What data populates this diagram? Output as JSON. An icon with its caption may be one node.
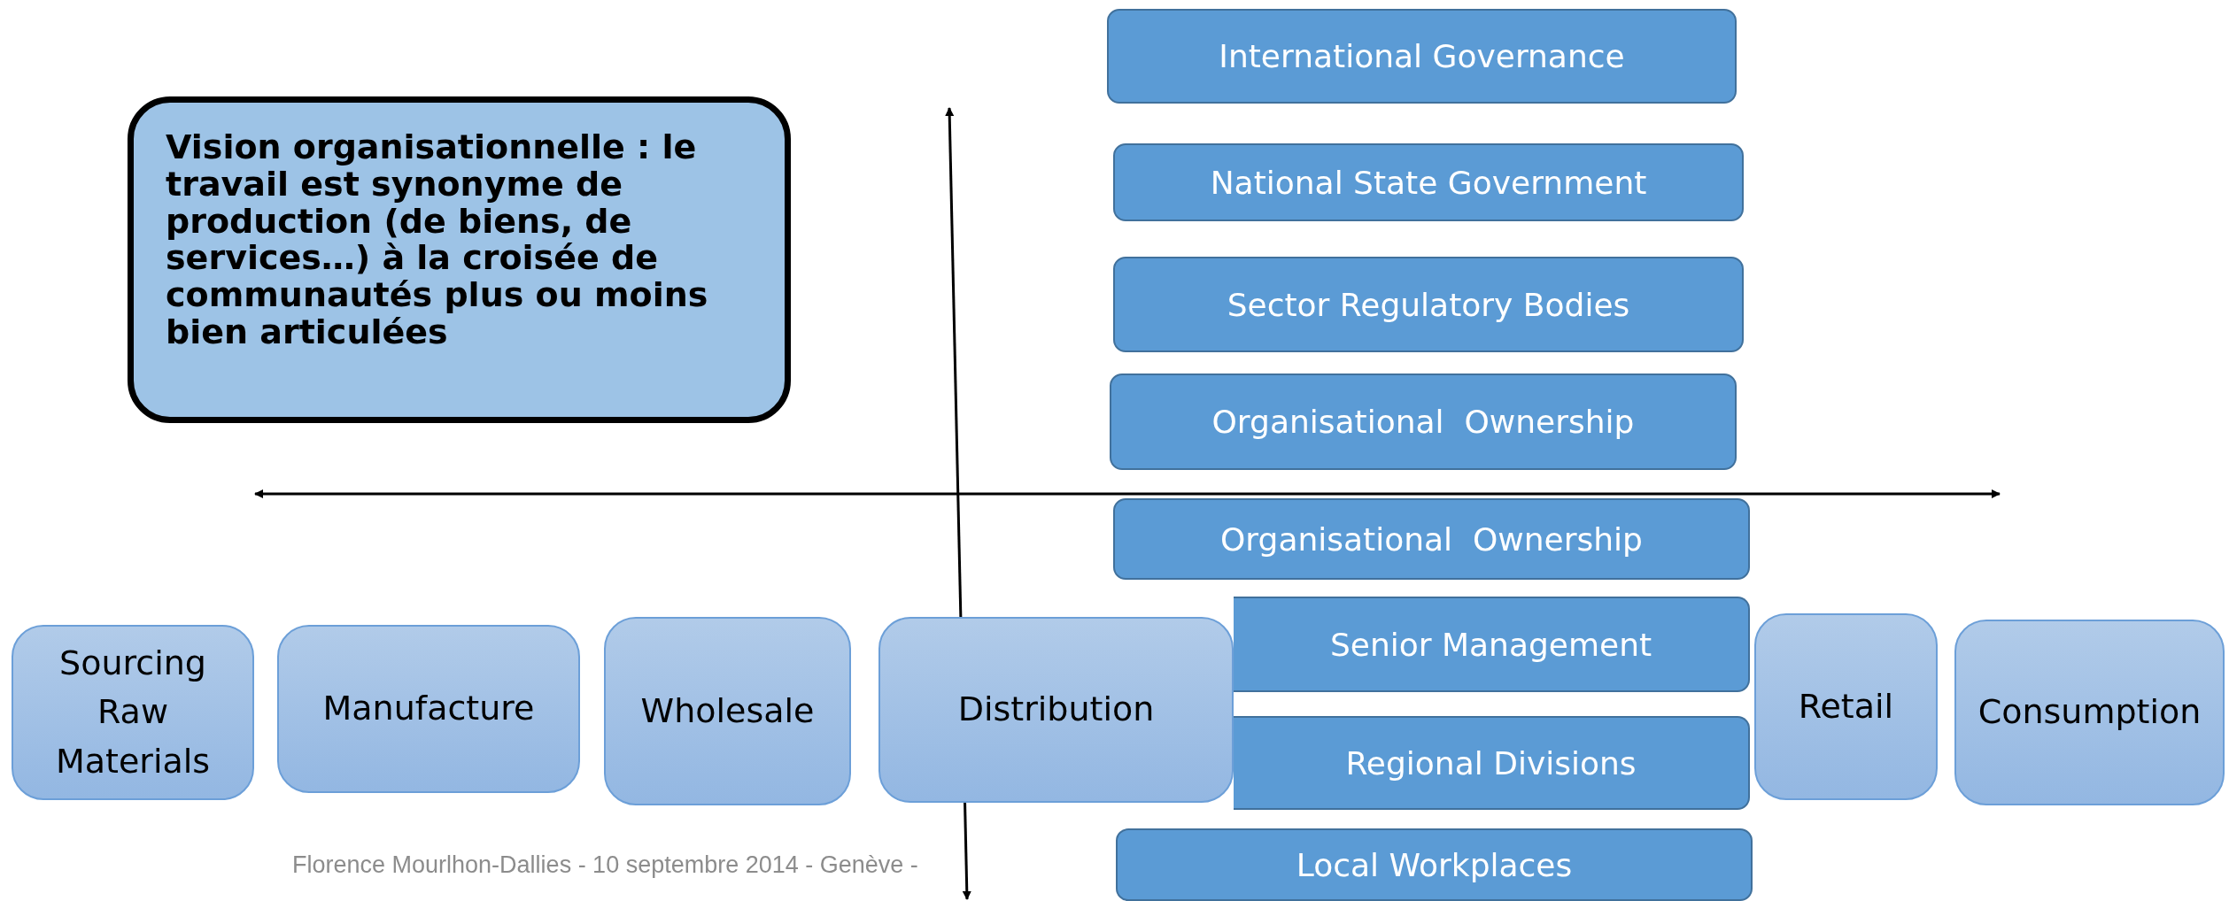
{
  "diagram": {
    "nodes": [
      {
        "text": [
          "Vision organisationnelle : le travail est synonyme de production (de biens, de services…) à la croisée de communautés plus ou moins bien articulées"
        ]
      },
      {
        "text": [
          "International Governance"
        ]
      },
      {
        "text": [
          "National State Government"
        ]
      },
      {
        "text": [
          "Sector Regulatory Bodies"
        ]
      },
      {
        "text": [
          "Organisational  Ownership"
        ]
      },
      {
        "text": [
          "Organisational  Ownership"
        ]
      },
      {
        "text": [
          "Senior Management"
        ]
      },
      {
        "text": [
          "Regional Divisions"
        ]
      },
      {
        "text": [
          "Local Workplaces"
        ]
      },
      {
        "text": [
          "Sourcing Raw Materials"
        ]
      },
      {
        "text": [
          "Manufacture"
        ]
      },
      {
        "text": [
          "Wholesale"
        ]
      },
      {
        "text": [
          "Distribution"
        ]
      },
      {
        "text": [
          "Retail"
        ]
      },
      {
        "text": [
          "Consumption"
        ]
      }
    ],
    "edges": [],
    "labels": [
      "Florence Mourlhon-Dallies - 10 septembre 2014 - Genève -"
    ]
  }
}
